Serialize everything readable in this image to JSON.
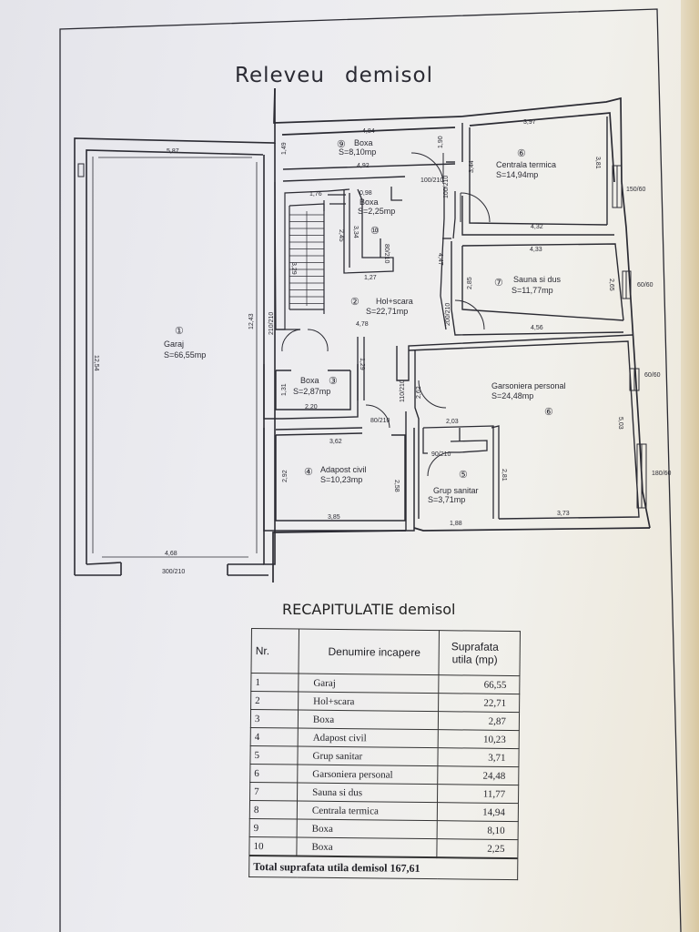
{
  "plan": {
    "title_word1": "Releveu",
    "title_word2": "demisol",
    "rooms": [
      {
        "num": "①",
        "name": "Garaj",
        "area": "S=66,55mp"
      },
      {
        "num": "②",
        "name": "Hol+scara",
        "area": "S=22,71mp"
      },
      {
        "num": "③",
        "name": "Boxa",
        "area": "S=2,87mp"
      },
      {
        "num": "④",
        "name": "Adapost civil",
        "area": "S=10,23mp"
      },
      {
        "num": "⑤",
        "name": "Grup sanitar",
        "area": "S=3,71mp"
      },
      {
        "num": "⑥",
        "name": "Garsoniera personal",
        "area": "S=24,48mp"
      },
      {
        "num": "⑦",
        "name": "Sauna si dus",
        "area": "S=11,77mp"
      },
      {
        "num": "⑥",
        "name": "Centrala termica",
        "area": "S=14,94mp"
      },
      {
        "num": "⑨",
        "name": "Boxa",
        "area": "S=8,10mp"
      },
      {
        "num": "⑩",
        "name": "Boxa",
        "area": "S=2,25mp"
      }
    ],
    "dimensions": {
      "garaj_top": "5,87",
      "garaj_left": "12,54",
      "garaj_right": "12,43",
      "garaj_bottom": "4,68",
      "garage_door": "300/210",
      "boxa9_top": "4,84",
      "boxa9_bottom": "4,92",
      "boxa9_left": "1,49",
      "boxa9_right": "1,90",
      "door_hall_top": "100/210",
      "stair_w": "1,76",
      "boxa10_w": "0,98",
      "stair_h": "2,45",
      "boxa10_h": "3,34",
      "stair_len": "3,29",
      "hall_127": "1,27",
      "hall_door_80": "80/210",
      "hall_width": "4,78",
      "hall_left_door": "210/210",
      "hall_129": "1,29",
      "ct_top": "3,97",
      "ct_left": "3,44",
      "ct_right": "3,81",
      "ct_bottom": "4,32",
      "ct_door": "100/210",
      "ct_window": "150/60",
      "sauna_top": "4,33",
      "sauna_left": "2,85",
      "sauna_right": "2,65",
      "sauna_bottom": "4,56",
      "sauna_door": "200/210",
      "sauna_window": "60/60",
      "wall_447": "4,47",
      "boxa3_w": "2,20",
      "boxa3_h": "1,31",
      "adapost_door": "80/210",
      "adapost_top": "3,62",
      "adapost_left": "2,92",
      "adapost_right": "2,58",
      "adapost_bottom": "3,85",
      "gars_door": "110/210",
      "gars_262": "2,62",
      "gars_window1": "60/60",
      "gars_right": "5,03",
      "gars_window2": "180/60",
      "gars_bottom": "3,73",
      "gs_top": "2,03",
      "gs_door": "90/210",
      "gs_right": "2,81",
      "gs_bottom": "1,88"
    }
  },
  "recap": {
    "title": "RECAPITULATIE demisol",
    "headers": {
      "nr": "Nr.",
      "name": "Denumire incapere",
      "area1": "Suprafata",
      "area2": "utila (mp)"
    },
    "rows": [
      {
        "nr": "1",
        "name": "Garaj",
        "area": "66,55"
      },
      {
        "nr": "2",
        "name": "Hol+scara",
        "area": "22,71"
      },
      {
        "nr": "3",
        "name": "Boxa",
        "area": "2,87"
      },
      {
        "nr": "4",
        "name": "Adapost civil",
        "area": "10,23"
      },
      {
        "nr": "5",
        "name": "Grup sanitar",
        "area": "3,71"
      },
      {
        "nr": "6",
        "name": "Garsoniera personal",
        "area": "24,48"
      },
      {
        "nr": "7",
        "name": "Sauna si dus",
        "area": "11,77"
      },
      {
        "nr": "8",
        "name": "Centrala termica",
        "area": "14,94"
      },
      {
        "nr": "9",
        "name": "Boxa",
        "area": "8,10"
      },
      {
        "nr": "10",
        "name": "Boxa",
        "area": "2,25"
      }
    ],
    "total": "Total suprafata utila demisol 167,61"
  },
  "colors": {
    "ink": "#2b2b33",
    "paper": "#ececf0"
  }
}
